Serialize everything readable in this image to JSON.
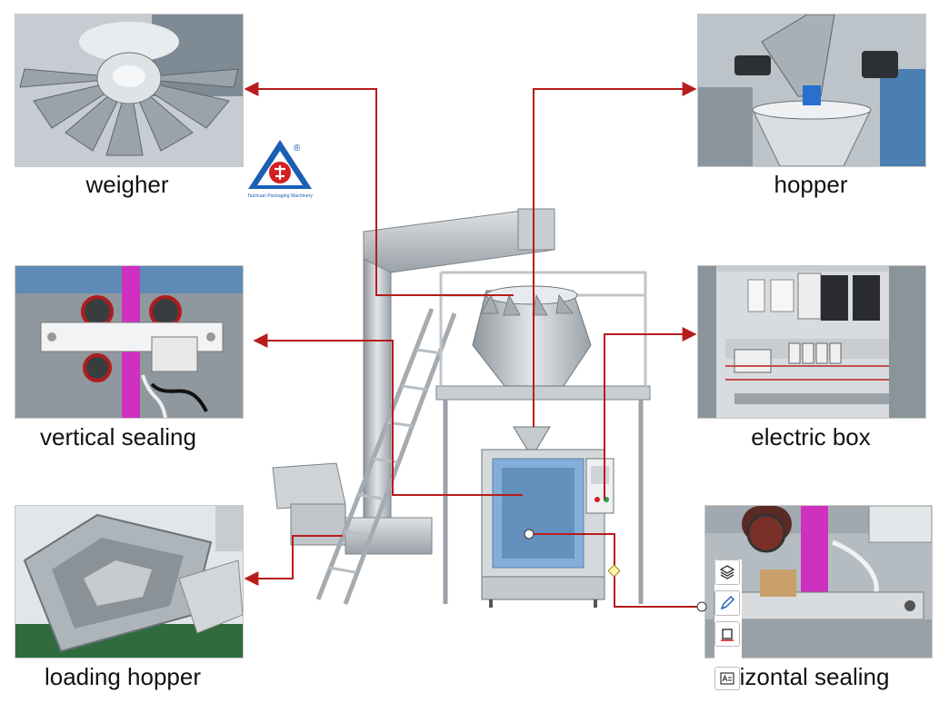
{
  "labels": {
    "weigher": "weigher",
    "hopper": "hopper",
    "vertical_sealing": "vertical sealing",
    "electric_box": "electric box",
    "loading_hopper": "loading hopper",
    "horizontal_sealing": "rizontal sealing"
  },
  "logo": {
    "registered_mark": "®",
    "company": "Taichuan Packaging Machinery"
  },
  "colors": {
    "connector": "#b81c1c",
    "logo_blue": "#1a5fb4",
    "logo_red": "#d42020",
    "film_magenta": "#d030c0",
    "steel": "#b9bec3"
  },
  "toolbar": {
    "icons": [
      "layers-icon",
      "pen-icon",
      "crop-icon",
      "text-recognition-icon"
    ]
  }
}
